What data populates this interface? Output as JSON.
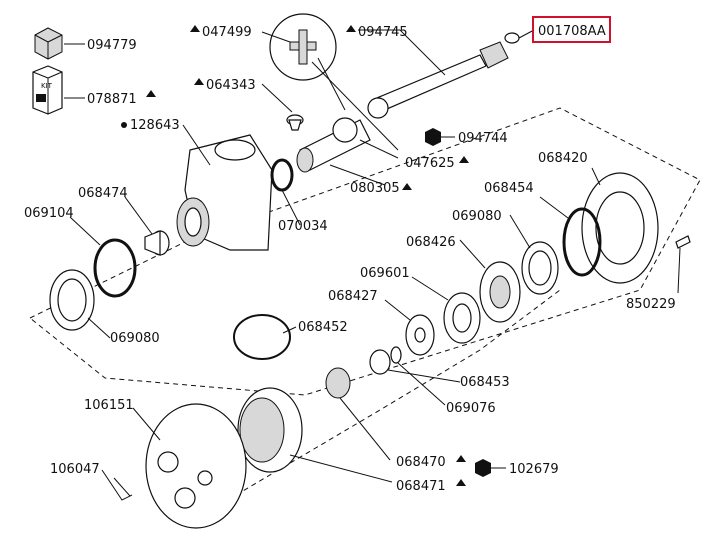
{
  "diagram": {
    "highlight_color": "#d0112b",
    "labels": {
      "p094779": "094779",
      "p078871": "078871",
      "p047499": "047499",
      "p094745": "094745",
      "p001708AA": "001708AA",
      "p064343": "064343",
      "p128643": "128643",
      "p094744": "094744",
      "p047625": "047625",
      "p080305": "080305",
      "p068420": "068420",
      "p068474": "068474",
      "p068454": "068454",
      "p069104": "069104",
      "p070034": "070034",
      "p069080a": "069080",
      "p068426": "068426",
      "p069601": "069601",
      "p068427": "068427",
      "p069080b": "069080",
      "p850229": "850229",
      "p068452": "068452",
      "p068453": "068453",
      "p069076": "069076",
      "p106151": "106151",
      "p106047": "106047",
      "p068470": "068470",
      "p068471": "068471",
      "p102679": "102679",
      "kit_text": "KIT"
    }
  }
}
